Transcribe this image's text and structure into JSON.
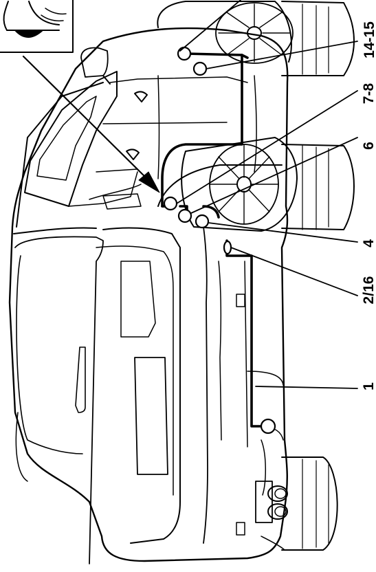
{
  "diagram": {
    "kind": "vehicle wiring harness routing illustration (rear 3/4 view, rotated)",
    "callouts": [
      {
        "id": "c-14-15",
        "text": "14-15"
      },
      {
        "id": "c-7-8",
        "text": "7-8"
      },
      {
        "id": "c-6",
        "text": "6"
      },
      {
        "id": "c-4",
        "text": "4"
      },
      {
        "id": "c-2-16",
        "text": "2/16"
      },
      {
        "id": "c-1",
        "text": "1"
      }
    ]
  },
  "colors": {
    "line": "#000000",
    "fill": "#ffffff",
    "shade": "#000000"
  }
}
